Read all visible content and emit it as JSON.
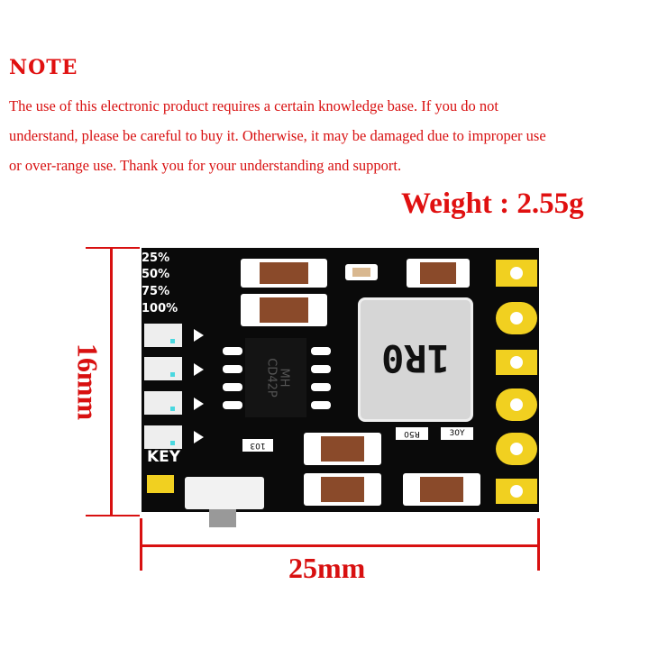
{
  "note": {
    "title": "NOTE",
    "lines": [
      "The use of this electronic product requires a certain knowledge base. If you do not",
      "understand, please be careful to buy it. Otherwise, it may be damaged due to improper use",
      "or over-range use. Thank you for your understanding and support."
    ]
  },
  "weight": "Weight : 2.55g",
  "board": {
    "levels": [
      "25%",
      "50%",
      "75%",
      "100%"
    ],
    "key_label": "KEY",
    "ic_marking": [
      "MH",
      "CD42P"
    ],
    "inductor_marking": "1R0",
    "resistor_markings": [
      "103",
      "R50",
      "30Y"
    ]
  },
  "dimensions": {
    "height": "16mm",
    "width": "25mm"
  },
  "colors": {
    "accent": "#d81010",
    "pcb": "#0a0a0a",
    "pad": "#f1d020"
  }
}
